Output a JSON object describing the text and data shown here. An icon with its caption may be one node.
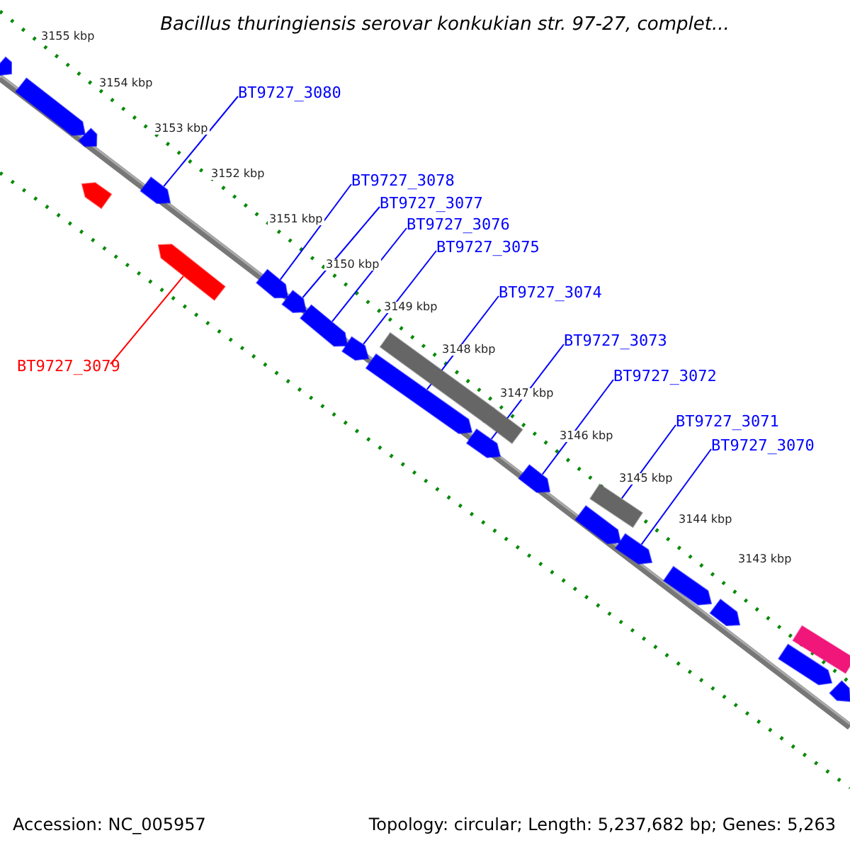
{
  "diagram": {
    "title": "Bacillus thuringiensis serovar konkukian str. 97-27, complet...",
    "nodes": [
      {
        "text": [
          "BT9727_3080"
        ]
      },
      {
        "text": [
          "BT9727_3078"
        ]
      },
      {
        "text": [
          "BT9727_3077"
        ]
      },
      {
        "text": [
          "BT9727_3076"
        ]
      },
      {
        "text": [
          "BT9727_3075"
        ]
      },
      {
        "text": [
          "BT9727_3074"
        ]
      },
      {
        "text": [
          "BT9727_3073"
        ]
      },
      {
        "text": [
          "BT9727_3079"
        ]
      },
      {
        "text": [
          "BT9727_3072"
        ]
      },
      {
        "text": [
          "BT9727_3071"
        ]
      },
      {
        "text": [
          "BT9727_3070"
        ]
      },
      {
        "text": [],
        "shape": "arrow"
      },
      {
        "text": [],
        "shape": "arrow"
      },
      {
        "text": [],
        "shape": "arrow"
      },
      {
        "text": [],
        "shape": "arrow"
      },
      {
        "text": [],
        "shape": "arrow"
      },
      {
        "text": [],
        "shape": "arrow"
      },
      {
        "text": [],
        "shape": "arrow"
      },
      {
        "text": [],
        "shape": "arrow"
      },
      {
        "text": [],
        "shape": "arrow"
      },
      {
        "text": [],
        "shape": "arrow"
      },
      {
        "text": [],
        "shape": "arrow"
      },
      {
        "text": [],
        "shape": "bar"
      },
      {
        "text": [],
        "shape": "arrow"
      },
      {
        "text": [],
        "shape": "bar"
      },
      {
        "text": [],
        "shape": "arrow"
      },
      {
        "text": [],
        "shape": "arrow"
      },
      {
        "text": [],
        "shape": "bar"
      },
      {
        "text": [],
        "shape": "arrow"
      },
      {
        "text": [],
        "shape": "arrow"
      },
      {
        "text": [],
        "shape": "arrow"
      },
      {
        "text": [],
        "shape": "arrow"
      },
      {
        "text": [],
        "shape": "bar"
      },
      {
        "text": [],
        "shape": "arrow"
      }
    ],
    "edges": [
      {
        "from": 0,
        "to": 15,
        "arrow": "none"
      },
      {
        "from": 1,
        "to": 17,
        "arrow": "none"
      },
      {
        "from": 2,
        "to": 18,
        "arrow": "none"
      },
      {
        "from": 3,
        "to": 19,
        "arrow": "none"
      },
      {
        "from": 4,
        "to": 20,
        "arrow": "none"
      },
      {
        "from": 5,
        "to": 21,
        "arrow": "none"
      },
      {
        "from": 6,
        "to": 23,
        "arrow": "none"
      },
      {
        "from": 7,
        "to": 16,
        "arrow": "none",
        "color": "#ff0000"
      },
      {
        "from": 8,
        "to": 25,
        "arrow": "none"
      },
      {
        "from": 9,
        "to": 27,
        "arrow": "none"
      },
      {
        "from": 10,
        "to": 28,
        "arrow": "none"
      }
    ],
    "labels": [
      "3155 kbp",
      "3154 kbp",
      "3153 kbp",
      "3152 kbp",
      "3151 kbp",
      "3150 kbp",
      "3149 kbp",
      "3148 kbp",
      "3147 kbp",
      "3146 kbp",
      "3145 kbp",
      "3144 kbp",
      "3143 kbp",
      "Accession: NC_005957",
      "Topology: circular; Length: 5,237,682 bp; Genes: 5,263"
    ]
  }
}
